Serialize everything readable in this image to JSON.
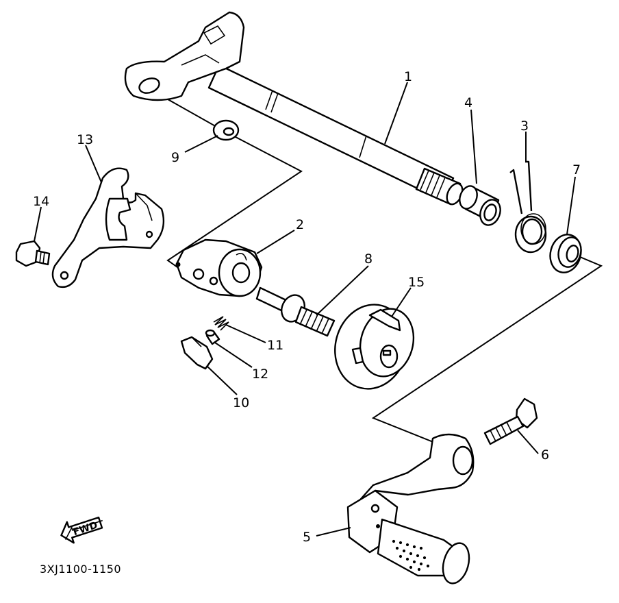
{
  "callouts": {
    "c1": "1",
    "c2": "2",
    "c3": "3",
    "c4": "4",
    "c5": "5",
    "c6": "6",
    "c7": "7",
    "c8": "8",
    "c9": "9",
    "c10": "10",
    "c11": "11",
    "c12": "12",
    "c13": "13",
    "c14": "14",
    "c15": "15"
  },
  "fwd_label": "FWD",
  "ref_code": "3XJ1100-1150"
}
